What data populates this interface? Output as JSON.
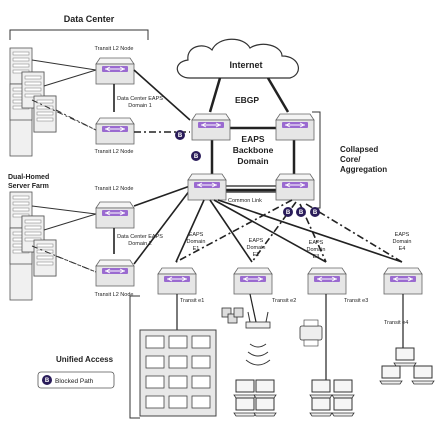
{
  "labels": {
    "data_center": "Data Center",
    "internet": "Internet",
    "ebgp": "EBGP",
    "eaps_backbone_1": "EAPS",
    "eaps_backbone_2": "Backbone",
    "eaps_backbone_3": "Domain",
    "collapsed_1": "Collapsed",
    "collapsed_2": "Core/",
    "collapsed_3": "Aggregation",
    "dual_homed_1": "Dual-Homed",
    "dual_homed_2": "Server Farm",
    "transit_l2_node": "Transit L2 Node",
    "dc_eaps_d1_line1": "Data Center EAPS",
    "dc_eaps_d1_line2": "Domain 1",
    "dc_eaps_d2_line1": "Data Center EAPS",
    "dc_eaps_d2_line2": "Domain 2",
    "common_link": "Common Link",
    "eaps_word": "EAPS",
    "domain_word": "Domain",
    "e1": "E1",
    "e2": "E2",
    "e3": "E3",
    "e4": "E4",
    "transit_e1": "Transit e1",
    "transit_e2": "Transit e2",
    "transit_e3": "Transit e3",
    "transit_e4": "Transit e4",
    "unified_access": "Unified Access",
    "blocked_path": "Blocked Path",
    "b": "B"
  },
  "colors": {
    "blocked_badge": "#2a1c5a",
    "switch_face": "#e6e6e6",
    "switch_top": "#f4f4f4",
    "switch_accent": "#9a6ad0",
    "line": "#222222"
  }
}
